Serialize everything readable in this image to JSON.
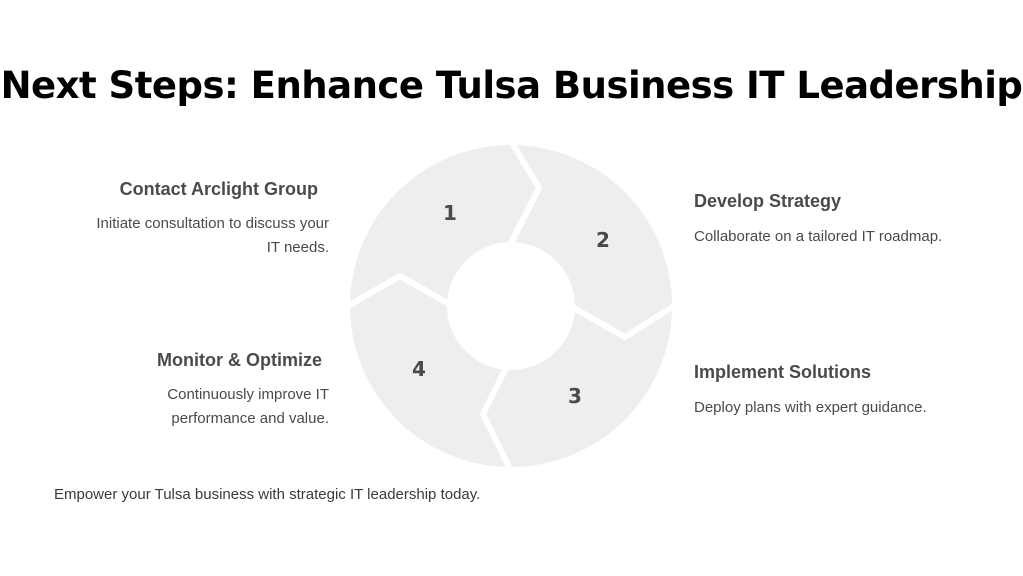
{
  "title": "Next Steps: Enhance Tulsa Business IT Leadership",
  "steps": [
    {
      "number": "1",
      "title": "Contact Arclight Group",
      "description": "Initiate consultation to discuss your IT needs.",
      "desc_line1": "Initiate consultation to discuss your",
      "desc_line2": "IT needs."
    },
    {
      "number": "2",
      "title": "Develop Strategy",
      "description": "Collaborate on a tailored IT roadmap."
    },
    {
      "number": "3",
      "title": "Implement Solutions",
      "description": "Deploy plans with expert guidance."
    },
    {
      "number": "4",
      "title": "Monitor & Optimize",
      "description": "Continuously improve IT performance and value.",
      "desc_line1": "Continuously improve IT",
      "desc_line2": "performance and value."
    }
  ],
  "footer": "Empower your Tulsa business with strategic IT leadership today.",
  "colors": {
    "segment": "#f0eeed",
    "separator": "#ffffff",
    "text": "#4a4a4a"
  }
}
